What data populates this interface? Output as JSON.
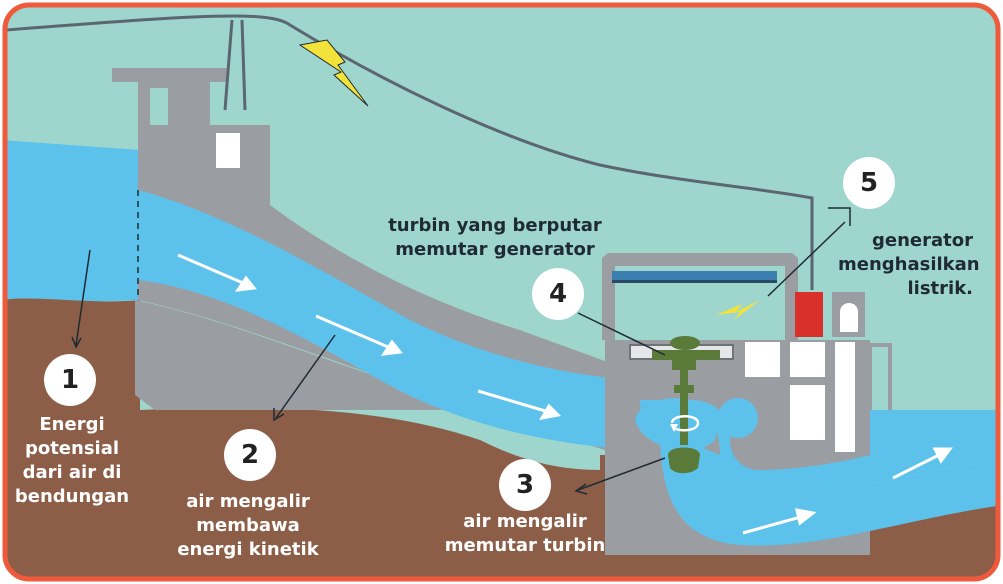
{
  "colors": {
    "frame": "#ef5a3c",
    "sky": "#9ed6cd",
    "water": "#5cc2ec",
    "ground": "#8c5e47",
    "concrete": "#9a9ea2",
    "turbine": "#5a7a3a",
    "lightning": "#f2e23a",
    "generator_red": "#d9302c"
  },
  "steps": [
    {
      "number": "1",
      "lines": [
        "Energi",
        "potensial",
        "dari air di",
        "bendungan"
      ]
    },
    {
      "number": "2",
      "lines": [
        "air mengalir",
        "membawa",
        "energi kinetik"
      ]
    },
    {
      "number": "3",
      "lines": [
        "air mengalir",
        "memutar turbin"
      ]
    },
    {
      "number": "4",
      "lines": [
        "turbin yang berputar",
        "memutar generator"
      ]
    },
    {
      "number": "5",
      "lines": [
        "generator",
        "menghasilkan",
        "listrik."
      ]
    }
  ],
  "icons": [
    "lightning-bolt-icon",
    "flow-arrow-icon",
    "rotation-arrow-icon"
  ]
}
